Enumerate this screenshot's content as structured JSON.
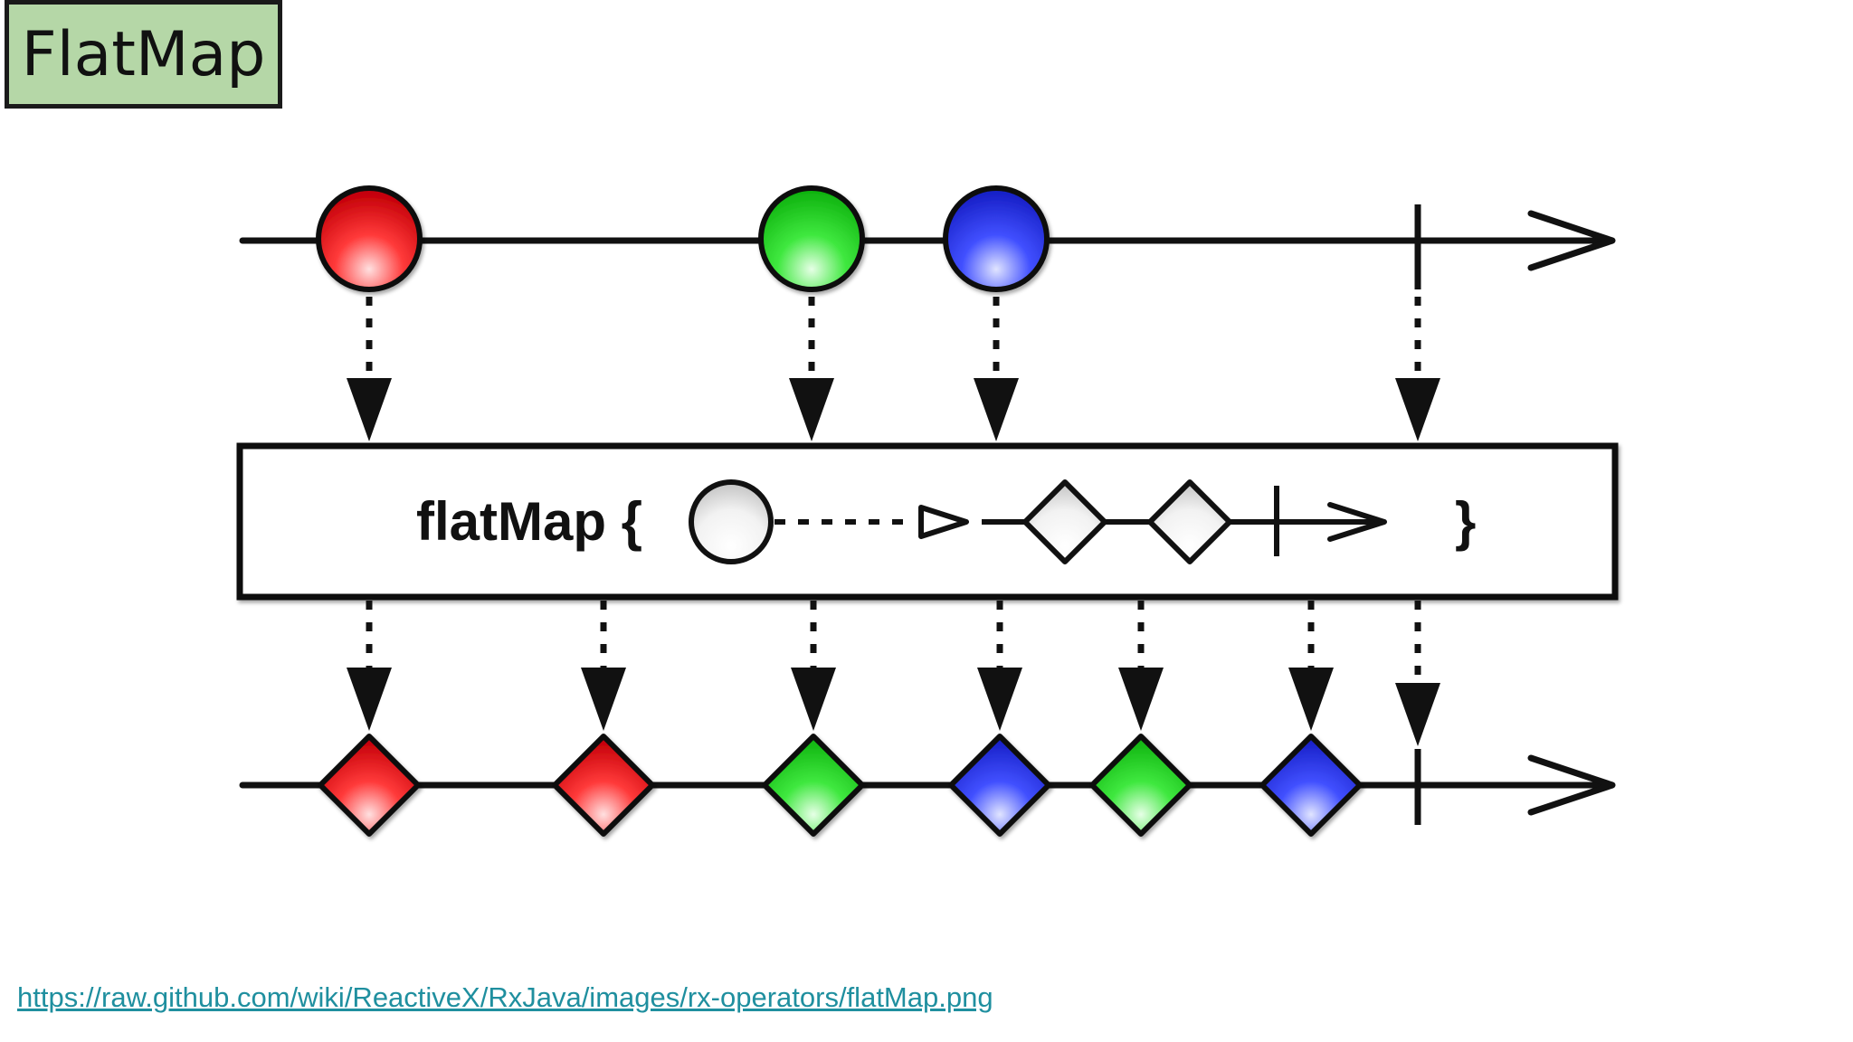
{
  "slide": {
    "title": "FlatMap",
    "source_url": "https://raw.github.com/wiki/ReactiveX/RxJava/images/rx-operators/flatMap.png"
  },
  "operator": {
    "label": "flatMap {",
    "closing_brace": "}"
  },
  "colors": {
    "title_bg": "#b5d7a7",
    "red": "#e8141a",
    "green": "#20d020",
    "blue": "#2a35e6",
    "stroke": "#111111",
    "link": "#1f8f9f"
  },
  "input_stream": {
    "items": [
      {
        "color": "red",
        "shape": "circle"
      },
      {
        "color": "green",
        "shape": "circle"
      },
      {
        "color": "blue",
        "shape": "circle"
      }
    ],
    "completes": true
  },
  "inner_stream": {
    "items": [
      {
        "color": "white",
        "shape": "diamond"
      },
      {
        "color": "white",
        "shape": "diamond"
      }
    ],
    "completes": true
  },
  "output_stream": {
    "items": [
      {
        "color": "red",
        "shape": "diamond"
      },
      {
        "color": "red",
        "shape": "diamond"
      },
      {
        "color": "green",
        "shape": "diamond"
      },
      {
        "color": "blue",
        "shape": "diamond"
      },
      {
        "color": "green",
        "shape": "diamond"
      },
      {
        "color": "blue",
        "shape": "diamond"
      }
    ],
    "completes": true
  }
}
